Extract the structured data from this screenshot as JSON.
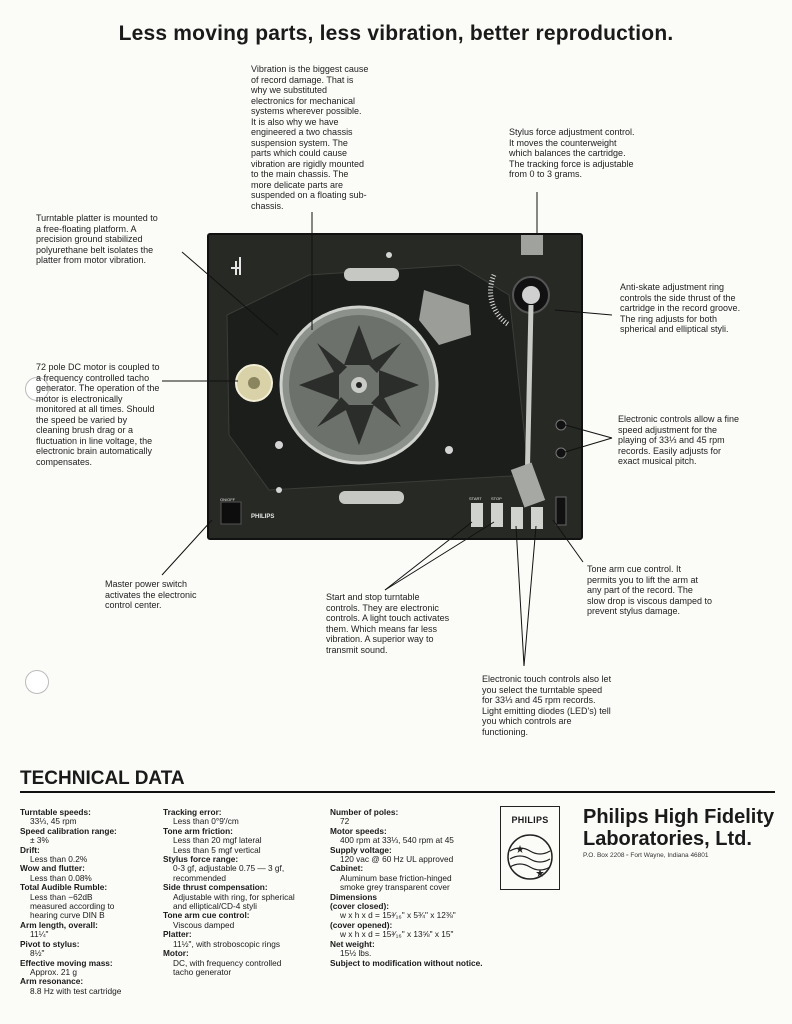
{
  "headline": "Less moving parts, less vibration, better reproduction.",
  "callouts": {
    "vibration": "Vibration is the biggest cause of record damage. That is why we substituted electronics for mechanical systems wherever possible. It is also why we have engineered a two chassis suspension system. The parts which could cause vibration are rigidly mounted to the main chassis. The more delicate parts are suspended on a floating sub-chassis.",
    "stylus_force": "Stylus force adjustment control. It moves the counterweight which balances the cartridge. The tracking force is adjustable from 0 to 3 grams.",
    "platter": "Turntable platter is mounted to a free-floating platform. A precision ground stabilized polyurethane belt isolates the platter from motor vibration.",
    "anti_skate": "Anti-skate adjustment ring controls the side thrust of the cartridge in the record groove. The ring adjusts for both spherical and elliptical styli.",
    "motor": "72 pole DC motor is coupled to a frequency controlled tacho generator. The operation of the motor is electronically monitored at all times. Should the speed be varied by cleaning brush drag or a fluctuation in line voltage, the electronic brain automatically compensates.",
    "electronic_controls": "Electronic controls allow a fine speed adjustment for the playing of 33⅓ and 45 rpm records. Easily adjusts for exact musical pitch.",
    "power_switch": "Master power switch activates the electronic control center.",
    "cue": "Tone arm cue control. It permits you to lift the arm at any part of the record. The slow drop is viscous damped to prevent stylus damage.",
    "start_stop": "Start and stop turntable controls. They are electronic controls. A light touch activates them. Which means far less vibration. A superior way to transmit sound.",
    "touch_controls": "Electronic touch controls also let you select the turntable speed for 33⅓ and 45 rpm records. Light emitting diodes (LED's) tell you which controls are functioning."
  },
  "deck_labels": {
    "brand": "PHILIPS",
    "power": "ON/OFF",
    "start": "START",
    "stop": "STOP"
  },
  "tech": {
    "title": "TECHNICAL DATA",
    "col1": [
      {
        "label": "Turntable speeds:",
        "values": [
          "33⅓, 45 rpm"
        ]
      },
      {
        "label": "Speed calibration range:",
        "values": [
          "± 3%"
        ]
      },
      {
        "label": "Drift:",
        "values": [
          "Less than 0.2%"
        ]
      },
      {
        "label": "Wow and flutter:",
        "values": [
          "Less than 0.08%"
        ]
      },
      {
        "label": "Total Audible Rumble:",
        "values": [
          "Less than −62dB",
          "measured according to",
          "hearing curve DIN B"
        ]
      },
      {
        "label": "Arm length, overall:",
        "values": [
          "11¼\""
        ]
      },
      {
        "label": "Pivot to stylus:",
        "values": [
          "8½\""
        ]
      },
      {
        "label": "Effective moving mass:",
        "values": [
          "Approx. 21 g"
        ]
      },
      {
        "label": "Arm resonance:",
        "values": [
          "8.8 Hz with test cartridge"
        ]
      }
    ],
    "col2": [
      {
        "label": "Tracking error:",
        "values": [
          "Less than 0°9'/cm"
        ]
      },
      {
        "label": "Tone arm friction:",
        "values": [
          "Less than 20 mgf lateral",
          "Less than 5 mgf vertical"
        ]
      },
      {
        "label": "Stylus force range:",
        "values": [
          "0-3 gf, adjustable 0.75 — 3 gf,",
          "recommended"
        ]
      },
      {
        "label": "Side thrust compensation:",
        "values": [
          "Adjustable with ring, for spherical",
          "and elliptical/CD-4 styli"
        ]
      },
      {
        "label": "Tone arm cue control:",
        "values": [
          "Viscous damped"
        ]
      },
      {
        "label": "Platter:",
        "values": [
          "11½\", with stroboscopic rings"
        ]
      },
      {
        "label": "Motor:",
        "values": [
          "DC, with frequency controlled",
          "tacho generator"
        ]
      }
    ],
    "col3": [
      {
        "label": "Number of poles:",
        "values": [
          "72"
        ]
      },
      {
        "label": "Motor speeds:",
        "values": [
          "400 rpm at 33⅓, 540 rpm at 45"
        ]
      },
      {
        "label": "Supply voltage:",
        "values": [
          "120 vac @ 60 Hz UL approved"
        ]
      },
      {
        "label": "Cabinet:",
        "values": [
          "Aluminum base friction-hinged",
          "smoke grey transparent cover"
        ]
      },
      {
        "label": "Dimensions",
        "values": []
      },
      {
        "label": "(cover closed):",
        "values": [
          "w x h x d = 15³⁄₁₆\" x 5¾\" x 12⅜\""
        ]
      },
      {
        "label": "(cover opened):",
        "values": [
          "w x h x d = 15³⁄₁₆\" x 13⅝\" x 15\""
        ]
      },
      {
        "label": "Net weight:",
        "values": [
          "15½ lbs."
        ]
      },
      {
        "label": "Subject to modification without notice.",
        "values": []
      }
    ]
  },
  "brand": {
    "logo_word": "PHILIPS",
    "company_line1": "Philips High Fidelity",
    "company_line2": "Laboratories, Ltd.",
    "address": "P.O. Box 2208 ▫ Fort Wayne, Indiana 46801"
  },
  "colors": {
    "deck": "#252824",
    "ink": "#1a1a1a",
    "paper": "#fbfbf8"
  }
}
